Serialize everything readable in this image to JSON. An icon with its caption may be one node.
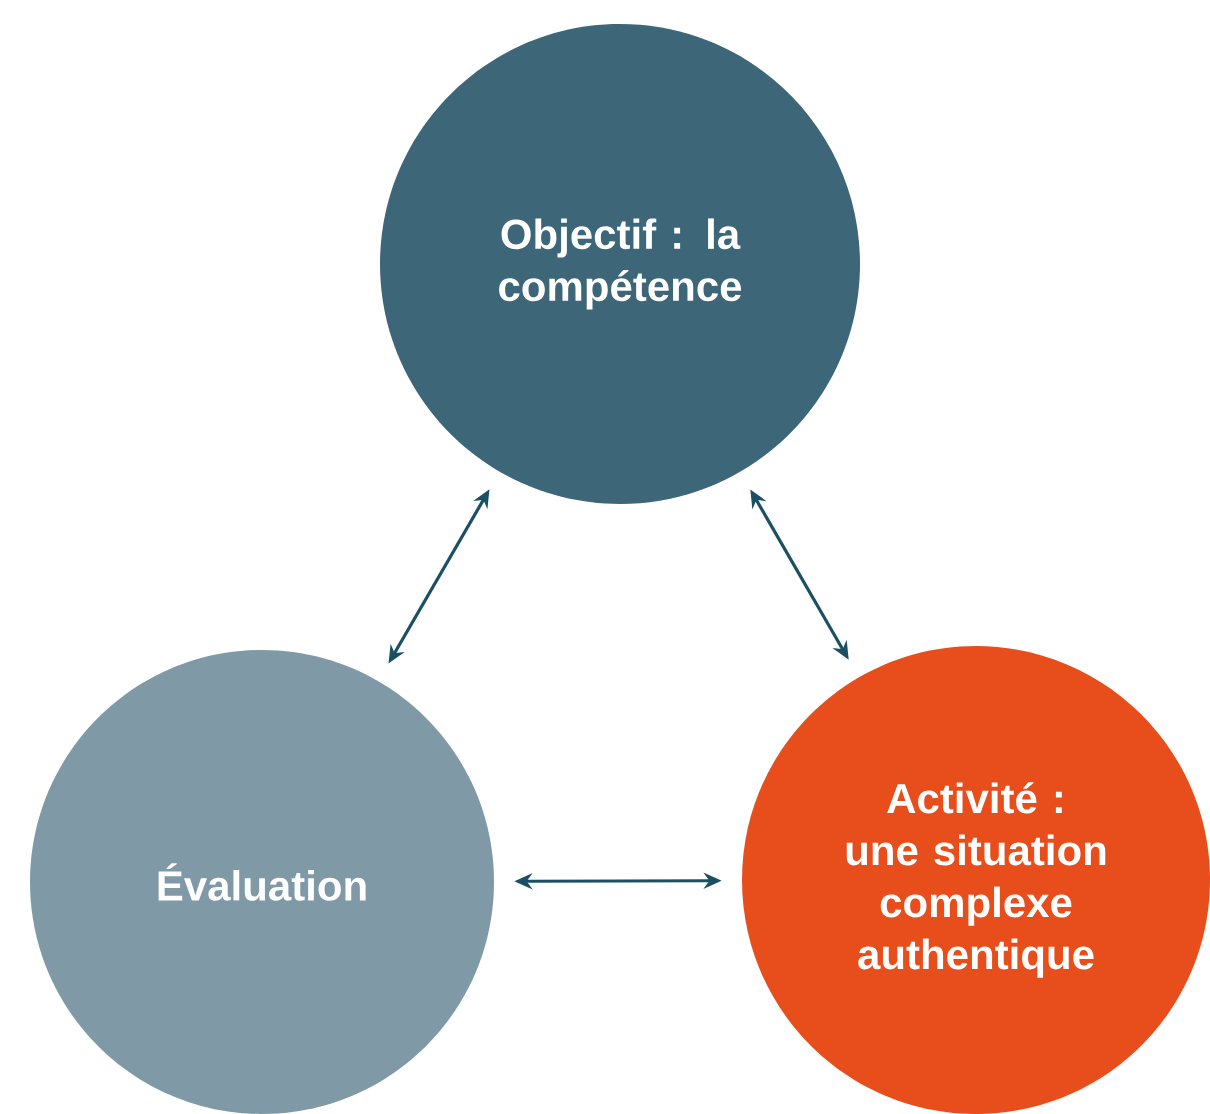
{
  "diagram": {
    "nodes": [
      {
        "text": [
          "Objectif : la compétence"
        ]
      },
      {
        "text": [
          "Évaluation"
        ]
      },
      {
        "text": [
          "Activité : une situation complexe authentique"
        ]
      }
    ],
    "edges": [
      {
        "from": 0,
        "to": 1,
        "arrow": "both"
      },
      {
        "from": 0,
        "to": 2,
        "arrow": "both"
      },
      {
        "from": 1,
        "to": 2,
        "arrow": "both"
      }
    ]
  }
}
